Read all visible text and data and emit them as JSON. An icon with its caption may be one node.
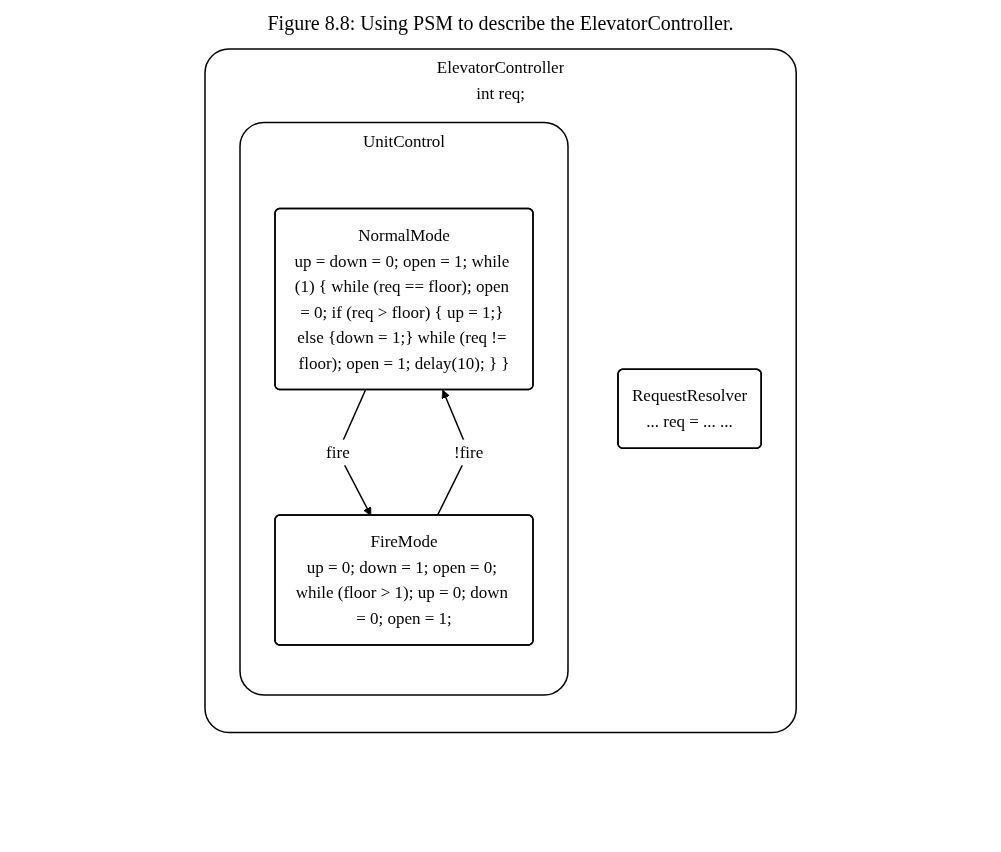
{
  "diagram": {
    "title": "Figure 8.8: Using PSM to describe the ElevatorController.",
    "nodes": [
      {
        "text": [
          "ElevatorController",
          "int req;"
        ]
      },
      {
        "text": [
          "UnitControl"
        ],
        "in": 0
      },
      {
        "text": [
          "NormalMode",
          "up = down = 0; open = 1; while (1) { while (req == floor); open = 0; if (req > floor) { up = 1;} else {down = 1;} while (req != floor); open = 1; delay(10); } }"
        ],
        "in": 1
      },
      {
        "text": [
          "FireMode",
          "up = 0; down = 1; open = 0; while (floor > 1); up = 0; down = 0; open = 1;"
        ],
        "in": 1
      },
      {
        "text": [
          "RequestResolver",
          "... req = ... ..."
        ],
        "in": 0
      }
    ],
    "edges": [
      {
        "from": 2,
        "to": 3,
        "arrow": "to",
        "label": "fire"
      },
      {
        "from": 3,
        "to": 2,
        "arrow": "to",
        "label": "!fire"
      }
    ]
  }
}
